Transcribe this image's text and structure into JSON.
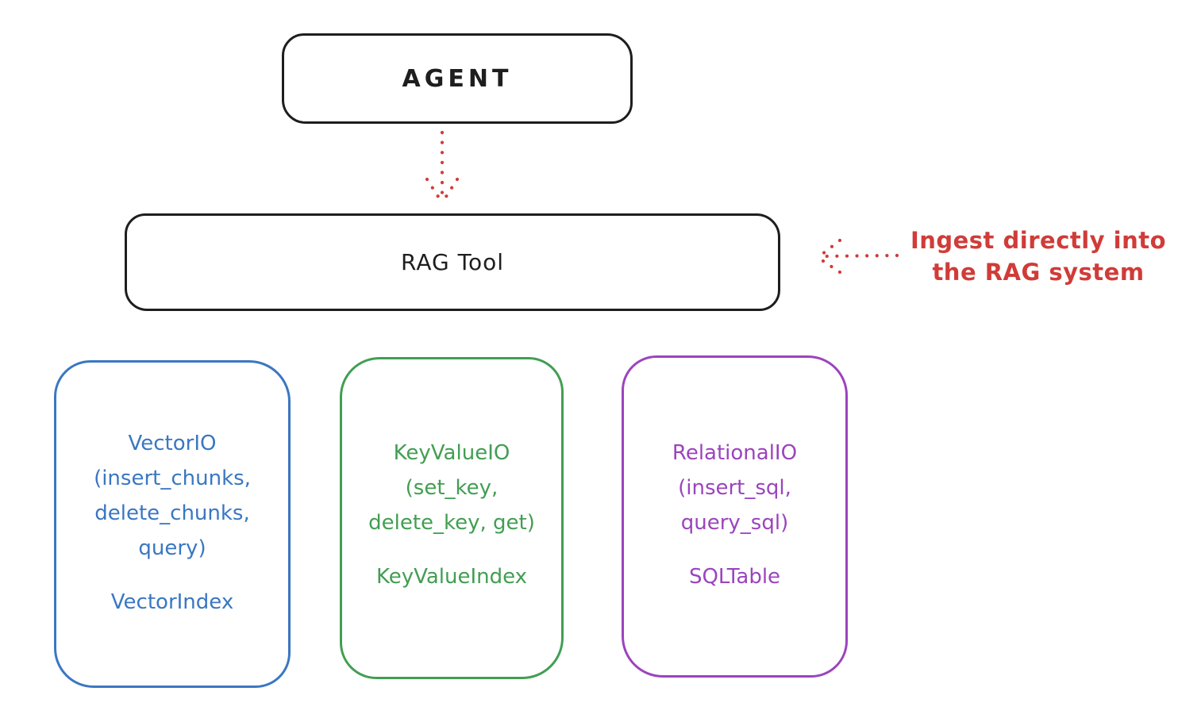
{
  "nodes": {
    "agent": {
      "label": "AGENT"
    },
    "rag_tool": {
      "label": "RAG Tool"
    }
  },
  "annotation": {
    "line1": "Ingest directly into",
    "line2": "the RAG system"
  },
  "arrows": [
    {
      "name": "agent-to-rag-tool",
      "style": "dotted",
      "direction": "down",
      "color": "#d03c38"
    },
    {
      "name": "ingest-into-rag-tool",
      "style": "dotted",
      "direction": "left",
      "color": "#d03c38"
    }
  ],
  "cards": [
    {
      "name": "vector-io",
      "color": "#3a77c2",
      "lines": [
        "VectorIO",
        "(insert_chunks,",
        "delete_chunks,",
        "query)"
      ],
      "index": "VectorIndex"
    },
    {
      "name": "key-value-io",
      "color": "#429e52",
      "lines": [
        "KeyValueIO",
        "(set_key,",
        "delete_key, get)"
      ],
      "index": "KeyValueIndex"
    },
    {
      "name": "relational-io",
      "color": "#9b44be",
      "lines": [
        "RelationalIO",
        "(insert_sql,",
        "query_sql)"
      ],
      "index": "SQLTable"
    }
  ],
  "colors": {
    "stroke": "#1e1e1e",
    "red": "#d03c38",
    "blue": "#3a77c2",
    "green": "#429e52",
    "purple": "#9b44be",
    "background": "#ffffff"
  }
}
